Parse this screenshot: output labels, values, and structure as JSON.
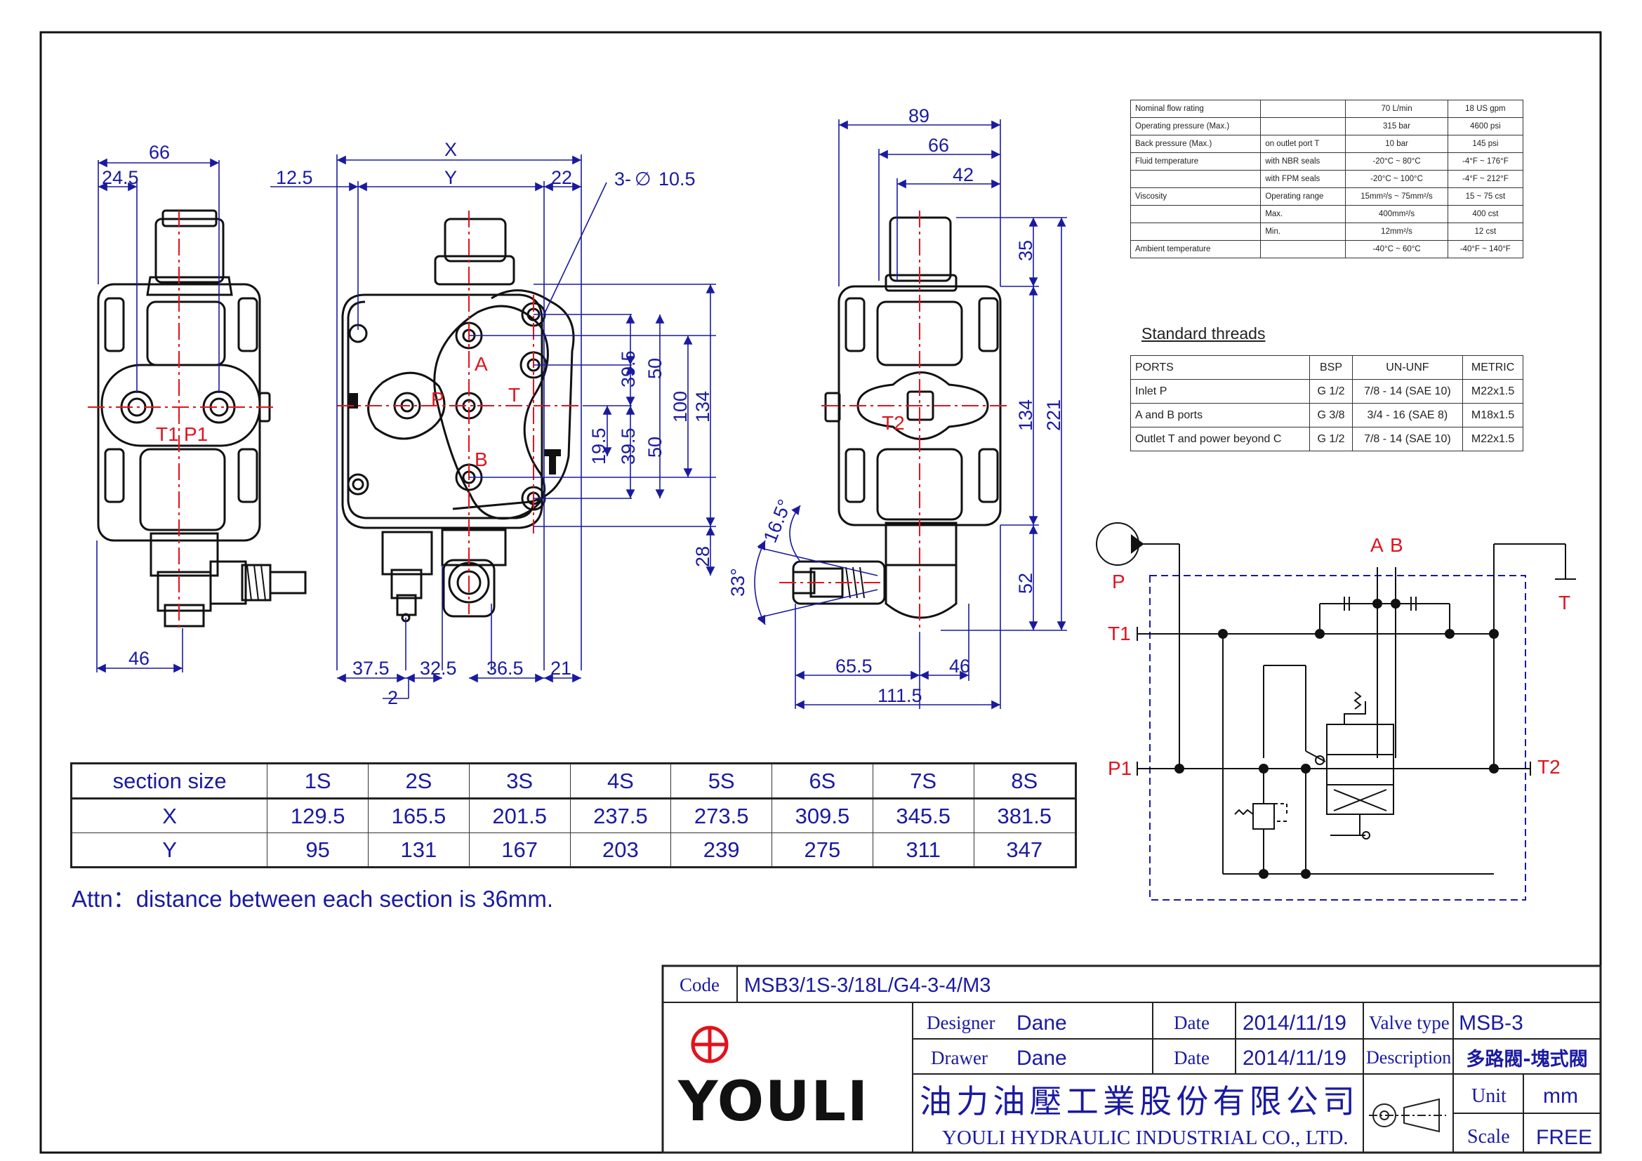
{
  "drawing": {
    "view1": {
      "dims": {
        "d66": "66",
        "d24_5": "24.5",
        "d46": "46"
      },
      "ports": {
        "t1": "T1",
        "p1": "P1"
      }
    },
    "view2": {
      "dims": {
        "x": "X",
        "y": "Y",
        "d12_5": "12.5",
        "d22": "22",
        "hole": "3-",
        "hole_dia": "10.5",
        "d39_5a": "39.5",
        "d50a": "50",
        "d19_5": "19.5",
        "d39_5b": "39.5",
        "d50b": "50",
        "d100": "100",
        "d134": "134",
        "d28": "28",
        "d37_5": "37.5",
        "d32_5": "32.5",
        "d36_5": "36.5",
        "d21": "21",
        "d2": "2"
      },
      "ports": {
        "a": "A",
        "p": "P",
        "t": "T",
        "b": "B"
      },
      "mark_t": "T"
    },
    "view3": {
      "dims": {
        "d89": "89",
        "d66": "66",
        "d42": "42",
        "d35": "35",
        "d134": "134",
        "d221": "221",
        "d52": "52",
        "d65_5": "65.5",
        "d46": "46",
        "d111_5": "111.5",
        "a16_5": "16.5°",
        "a33": "33°"
      },
      "ports": {
        "t2": "T2"
      }
    }
  },
  "specs": {
    "rows": [
      [
        "Nominal flow rating",
        "",
        "70 L/min",
        "18 US gpm"
      ],
      [
        "Operating pressure (Max.)",
        "",
        "315 bar",
        "4600 psi"
      ],
      [
        "Back pressure (Max.)",
        "on outlet port T",
        "10 bar",
        "145 psi"
      ],
      [
        "Fluid temperature",
        "with NBR seals",
        "-20°C ~ 80°C",
        "-4°F ~ 176°F"
      ],
      [
        "",
        "with FPM seals",
        "-20°C ~ 100°C",
        "-4°F ~ 212°F"
      ],
      [
        "Viscosity",
        "Operating range",
        "15mm²/s ~ 75mm²/s",
        "15 ~ 75 cst"
      ],
      [
        "",
        "Max.",
        "400mm²/s",
        "400 cst"
      ],
      [
        "",
        "Min.",
        "12mm²/s",
        "12 cst"
      ],
      [
        "Ambient temperature",
        "",
        "-40°C ~ 60°C",
        "-40°F ~ 140°F"
      ]
    ]
  },
  "threads": {
    "title": "Standard threads",
    "header": [
      "PORTS",
      "BSP",
      "UN-UNF",
      "METRIC"
    ],
    "rows": [
      [
        "Inlet P",
        "G 1/2",
        "7/8 - 14 (SAE 10)",
        "M22x1.5"
      ],
      [
        "A and B ports",
        "G 3/8",
        "3/4 - 16 (SAE 8)",
        "M18x1.5"
      ],
      [
        "Outlet T and power beyond C",
        "G 1/2",
        "7/8 - 14 (SAE 10)",
        "M22x1.5"
      ]
    ]
  },
  "schematic": {
    "p": "P",
    "a": "A",
    "b": "B",
    "t": "T",
    "t1": "T1",
    "p1": "P1",
    "t2": "T2"
  },
  "sections": {
    "header": [
      "section size",
      "1S",
      "2S",
      "3S",
      "4S",
      "5S",
      "6S",
      "7S",
      "8S"
    ],
    "x": [
      "X",
      "129.5",
      "165.5",
      "201.5",
      "237.5",
      "273.5",
      "309.5",
      "345.5",
      "381.5"
    ],
    "y": [
      "Y",
      "95",
      "131",
      "167",
      "203",
      "239",
      "275",
      "311",
      "347"
    ]
  },
  "attn": "Attn：distance between each section is 36mm.",
  "titleblock": {
    "code_label": "Code",
    "code": "MSB3/1S-3/18L/G4-3-4/M3",
    "designer_label": "Designer",
    "designer": "Dane",
    "drawer_label": "Drawer",
    "drawer": "Dane",
    "date_label": "Date",
    "date1": "2014/11/19",
    "date2": "2014/11/19",
    "valve_type_label": "Valve type",
    "valve_type": "MSB-3",
    "description_label": "Description",
    "description": "多路閥-塊式閥",
    "company_cn": "油力油壓工業股份有限公司",
    "company_en": "YOULI HYDRAULIC INDUSTRIAL CO., LTD.",
    "unit_label": "Unit",
    "unit": "mm",
    "scale_label": "Scale",
    "scale": "FREE",
    "logo": "YOULI"
  },
  "colors": {
    "dimension": "#1a1aa0",
    "port_label": "#e0141e",
    "centerline": "#e0141e",
    "outline": "#111111"
  }
}
